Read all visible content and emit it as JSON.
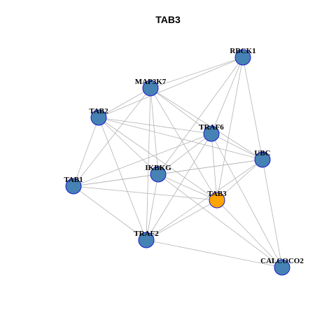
{
  "title": "TAB3",
  "colors": {
    "node_fill": "#4682B4",
    "node_stroke": "#1a1acd",
    "highlight_fill": "#FFA500",
    "edge": "#b4b4b4"
  },
  "nodes": [
    {
      "id": "RBCK1",
      "label": "RBCK1",
      "highlight": false
    },
    {
      "id": "MAP3K7",
      "label": "MAP3K7",
      "highlight": false
    },
    {
      "id": "TAB2",
      "label": "TAB2",
      "highlight": false
    },
    {
      "id": "TRAF6",
      "label": "TRAF6",
      "highlight": false
    },
    {
      "id": "UBC",
      "label": "UBC",
      "highlight": false
    },
    {
      "id": "IKBKG",
      "label": "IKBKG",
      "highlight": false
    },
    {
      "id": "TAB1",
      "label": "TAB1",
      "highlight": false
    },
    {
      "id": "TAB3",
      "label": "TAB3",
      "highlight": true
    },
    {
      "id": "TRAF2",
      "label": "TRAF2",
      "highlight": false
    },
    {
      "id": "CALCOCO2",
      "label": "CALCOCO2",
      "highlight": false
    }
  ],
  "edges": [
    [
      "RBCK1",
      "MAP3K7"
    ],
    [
      "RBCK1",
      "TAB2"
    ],
    [
      "RBCK1",
      "TRAF6"
    ],
    [
      "RBCK1",
      "UBC"
    ],
    [
      "RBCK1",
      "IKBKG"
    ],
    [
      "RBCK1",
      "TAB3"
    ],
    [
      "MAP3K7",
      "TAB2"
    ],
    [
      "MAP3K7",
      "TRAF6"
    ],
    [
      "MAP3K7",
      "UBC"
    ],
    [
      "MAP3K7",
      "IKBKG"
    ],
    [
      "MAP3K7",
      "TAB1"
    ],
    [
      "MAP3K7",
      "TAB3"
    ],
    [
      "MAP3K7",
      "TRAF2"
    ],
    [
      "TAB2",
      "TRAF6"
    ],
    [
      "TAB2",
      "UBC"
    ],
    [
      "TAB2",
      "IKBKG"
    ],
    [
      "TAB2",
      "TAB1"
    ],
    [
      "TAB2",
      "TAB3"
    ],
    [
      "TAB2",
      "TRAF2"
    ],
    [
      "TRAF6",
      "UBC"
    ],
    [
      "TRAF6",
      "IKBKG"
    ],
    [
      "TRAF6",
      "TAB1"
    ],
    [
      "TRAF6",
      "TAB3"
    ],
    [
      "TRAF6",
      "TRAF2"
    ],
    [
      "TRAF6",
      "CALCOCO2"
    ],
    [
      "UBC",
      "IKBKG"
    ],
    [
      "UBC",
      "TAB1"
    ],
    [
      "UBC",
      "TAB3"
    ],
    [
      "UBC",
      "TRAF2"
    ],
    [
      "UBC",
      "CALCOCO2"
    ],
    [
      "IKBKG",
      "TAB1"
    ],
    [
      "IKBKG",
      "TAB3"
    ],
    [
      "IKBKG",
      "TRAF2"
    ],
    [
      "IKBKG",
      "CALCOCO2"
    ],
    [
      "TAB1",
      "TAB3"
    ],
    [
      "TAB1",
      "TRAF2"
    ],
    [
      "TAB3",
      "TRAF2"
    ],
    [
      "TRAF2",
      "CALCOCO2"
    ],
    [
      "TAB3",
      "CALCOCO2"
    ]
  ]
}
